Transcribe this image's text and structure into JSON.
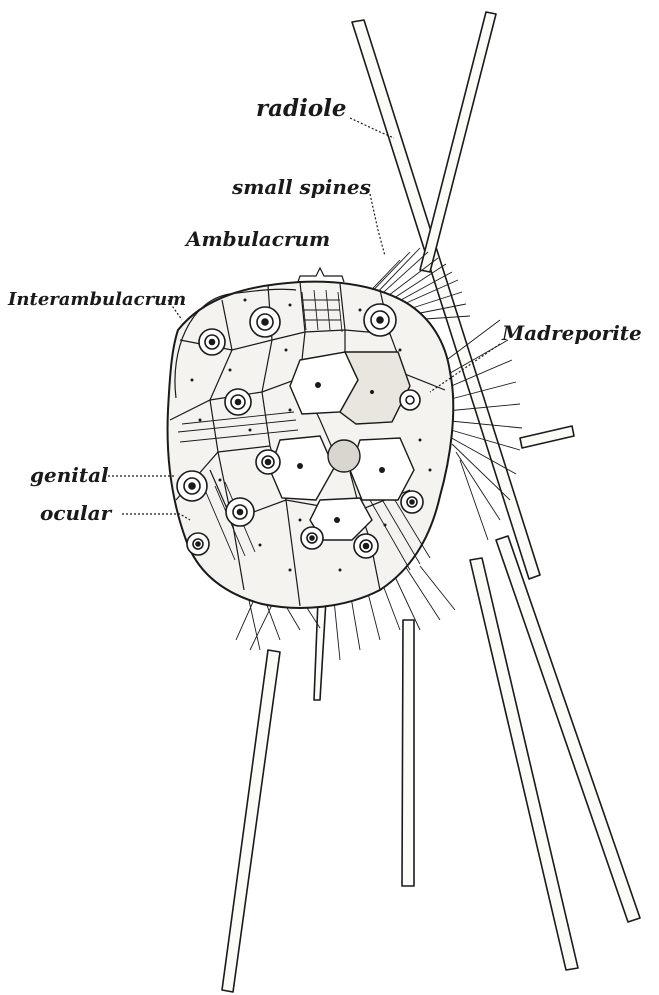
{
  "labels": {
    "radiole": "radiole",
    "small_spines": "small spines",
    "ambulacrum": "Ambulacrum",
    "interambulacrum": "Interambulacrum",
    "madreporite": "Madreporite",
    "genital": "genital",
    "ocular": "ocular"
  },
  "colors": {
    "ink": "#1a1a1a",
    "paper": "#ffffff",
    "plate": "#f4f3ef"
  }
}
